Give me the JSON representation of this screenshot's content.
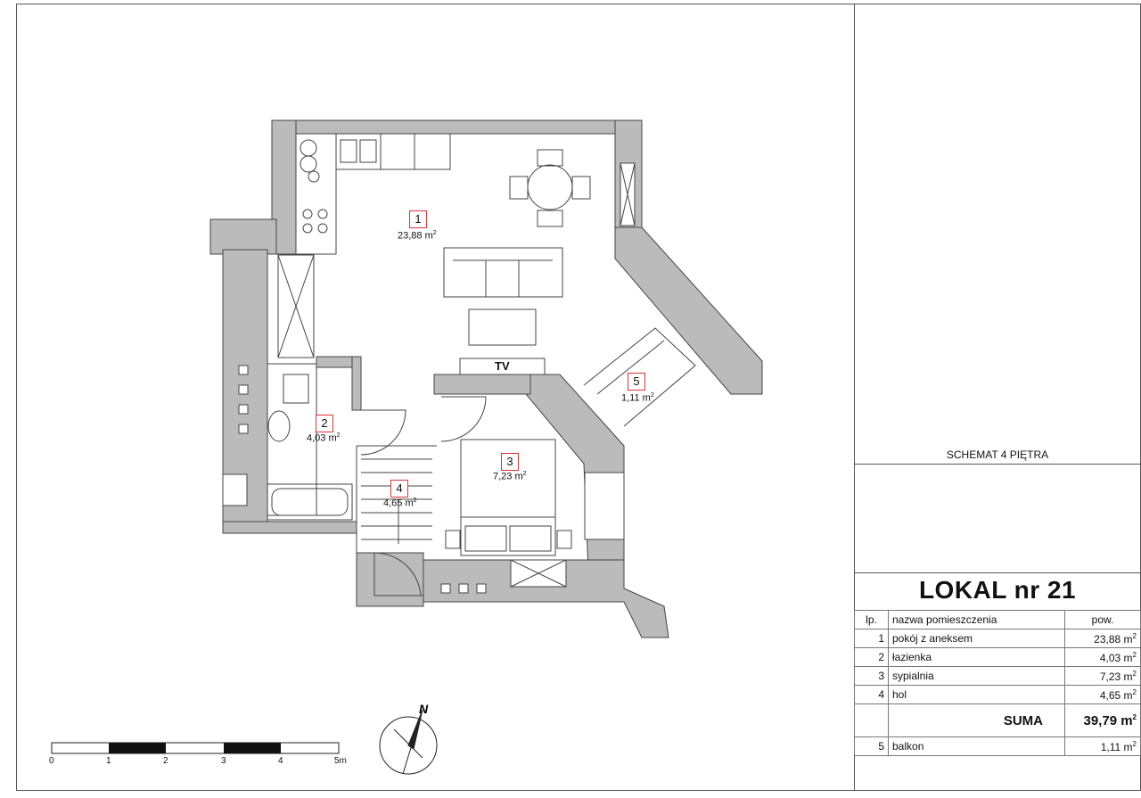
{
  "plan": {
    "rooms": [
      {
        "number": "1",
        "area": "23,88 m",
        "unit_sup": "2"
      },
      {
        "number": "2",
        "area": "4,03 m",
        "unit_sup": "2"
      },
      {
        "number": "3",
        "area": "7,23 m",
        "unit_sup": "2"
      },
      {
        "number": "4",
        "area": "4,65 m",
        "unit_sup": "2"
      },
      {
        "number": "5",
        "area": "1,11 m",
        "unit_sup": "2"
      }
    ],
    "tv_label": "TV",
    "north_label": "N",
    "scale": {
      "labels": [
        "0",
        "1",
        "2",
        "3",
        "4",
        "5m"
      ]
    }
  },
  "schemat": {
    "title": "SCHEMAT 4 PIĘTRA"
  },
  "lokal": {
    "title": "LOKAL nr 21",
    "headers": {
      "lp": "lp.",
      "name": "nazwa pomieszczenia",
      "area": "pow."
    },
    "rows": [
      {
        "lp": "1",
        "name": "pokój z aneksem",
        "area": "23,88 m",
        "sup": "2"
      },
      {
        "lp": "2",
        "name": "łazienka",
        "area": "4,03 m",
        "sup": "2"
      },
      {
        "lp": "3",
        "name": "sypialnia",
        "area": "7,23 m",
        "sup": "2"
      },
      {
        "lp": "4",
        "name": "hol",
        "area": "4,65 m",
        "sup": "2"
      }
    ],
    "suma_label": "SUMA",
    "suma_value": "39,79 m",
    "suma_sup": "2",
    "balkon": {
      "lp": "5",
      "name": "balkon",
      "area": "1,11 m",
      "sup": "2"
    }
  }
}
